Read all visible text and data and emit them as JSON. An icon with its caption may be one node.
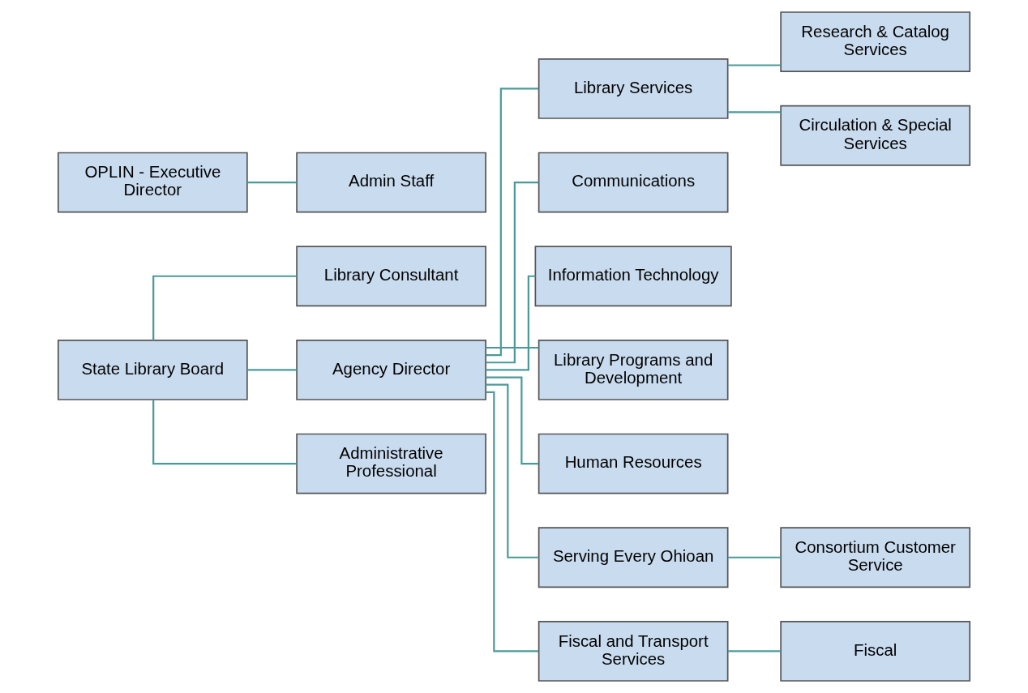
{
  "diagram": {
    "nodes": [
      {
        "text": [
          "State Library Board"
        ]
      },
      {
        "text": [
          "Library Consultant"
        ]
      },
      {
        "text": [
          "Agency Director"
        ]
      },
      {
        "text": [
          "Administrative Professional"
        ]
      },
      {
        "text": [
          "OPLIN - Executive Director"
        ]
      },
      {
        "text": [
          "Admin Staff"
        ]
      },
      {
        "text": [
          "Library Services"
        ]
      },
      {
        "text": [
          "Research & Catalog Services"
        ]
      },
      {
        "text": [
          "Circulation & Special Services"
        ]
      },
      {
        "text": [
          "Communications"
        ]
      },
      {
        "text": [
          "Information Technology"
        ]
      },
      {
        "text": [
          "Library Programs and Development"
        ]
      },
      {
        "text": [
          "Human Resources"
        ]
      },
      {
        "text": [
          "Serving Every Ohioan"
        ]
      },
      {
        "text": [
          "Consortium Customer Service"
        ]
      },
      {
        "text": [
          "Fiscal and Transport Services"
        ]
      },
      {
        "text": [
          "Fiscal"
        ]
      }
    ],
    "edges": [
      {
        "from": 0,
        "to": 1,
        "arrow": "none"
      },
      {
        "from": 0,
        "to": 2,
        "arrow": "none"
      },
      {
        "from": 0,
        "to": 3,
        "arrow": "none"
      },
      {
        "from": 4,
        "to": 5,
        "arrow": "none"
      },
      {
        "from": 2,
        "to": 6,
        "arrow": "none"
      },
      {
        "from": 6,
        "to": 7,
        "arrow": "none"
      },
      {
        "from": 6,
        "to": 8,
        "arrow": "none"
      },
      {
        "from": 2,
        "to": 9,
        "arrow": "none"
      },
      {
        "from": 2,
        "to": 10,
        "arrow": "none"
      },
      {
        "from": 2,
        "to": 11,
        "arrow": "none"
      },
      {
        "from": 2,
        "to": 12,
        "arrow": "none"
      },
      {
        "from": 2,
        "to": 13,
        "arrow": "none"
      },
      {
        "from": 13,
        "to": 14,
        "arrow": "none"
      },
      {
        "from": 2,
        "to": 15,
        "arrow": "none"
      },
      {
        "from": 15,
        "to": 16,
        "arrow": "none"
      }
    ]
  }
}
